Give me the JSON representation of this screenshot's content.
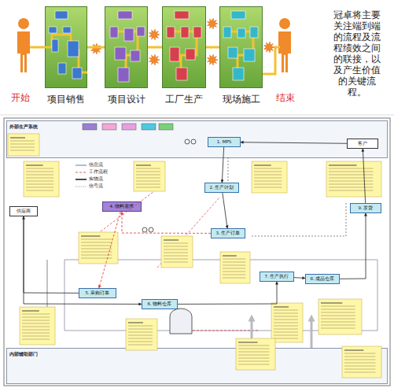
{
  "diagram": {
    "nodes": [
      {
        "text": [
          "项目销售"
        ]
      },
      {
        "text": [
          "项目设计"
        ]
      },
      {
        "text": [
          "工厂生产"
        ]
      },
      {
        "text": [
          "现场施工"
        ]
      },
      {
        "text": [
          "外部生产系统"
        ]
      },
      {
        "text": [
          "1. MPS"
        ],
        "in": 4
      },
      {
        "text": [
          "客户"
        ],
        "in": 4
      },
      {
        "text": [
          "2. 生产计划"
        ]
      },
      {
        "text": [
          "3. 生产订单"
        ]
      },
      {
        "text": [
          "4. 物料需求"
        ]
      },
      {
        "text": [
          "5. 采购订单"
        ]
      },
      {
        "text": [
          "供应商"
        ]
      },
      {
        "text": [
          "6. 物料仓库"
        ]
      },
      {
        "text": [
          "7. 生产执行"
        ]
      },
      {
        "text": [
          "8. 成品仓库"
        ]
      },
      {
        "text": [
          "9. 发货"
        ]
      },
      {
        "text": [
          "内部辅助部门"
        ]
      }
    ],
    "edges": [
      {
        "from": 0,
        "to": 1,
        "arrow": "none"
      },
      {
        "from": 1,
        "to": 2,
        "arrow": "none"
      },
      {
        "from": 2,
        "to": 3,
        "arrow": "none"
      },
      {
        "from": 6,
        "to": 5,
        "arrow": "to"
      },
      {
        "from": 5,
        "to": 7,
        "arrow": "to"
      },
      {
        "from": 7,
        "to": 8,
        "arrow": "to"
      },
      {
        "from": 8,
        "to": 9,
        "arrow": "to"
      },
      {
        "from": 9,
        "to": 10,
        "arrow": "to"
      },
      {
        "from": 10,
        "to": 11,
        "arrow": "to"
      },
      {
        "from": 11,
        "to": 12,
        "arrow": "to"
      },
      {
        "from": 12,
        "to": 13,
        "arrow": "to"
      },
      {
        "from": 13,
        "to": 14,
        "arrow": "to"
      },
      {
        "from": 14,
        "to": 15,
        "arrow": "to"
      },
      {
        "from": 15,
        "to": 6,
        "arrow": "to"
      }
    ],
    "labels": [
      "开始",
      "结束",
      "冠卓将主要关注端到端的流程及流程绩效之间的联接，以及产生价值的关键流程。"
    ],
    "legend": [
      {
        "text": "信息流"
      },
      {
        "text": "工作流程"
      },
      {
        "text": "实物流"
      },
      {
        "text": "信号流"
      }
    ]
  }
}
